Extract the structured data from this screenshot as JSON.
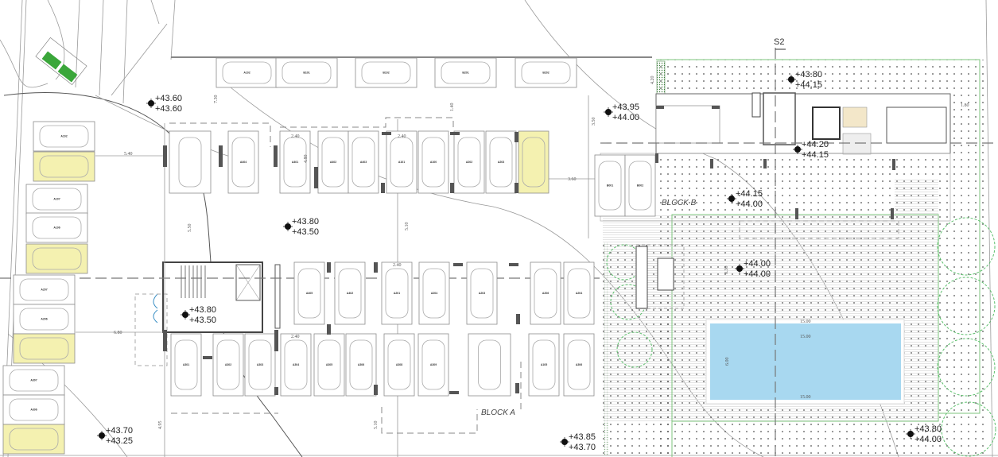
{
  "colors": {
    "highlight_slot": "#f4f1b0",
    "pool": "#a8d8f0",
    "landscape_line": "#7cc47c",
    "tree": "#5cbf6c",
    "planter": "#3aa63a"
  },
  "section_marker": "S2",
  "blocks": {
    "a": "BLOCK A",
    "b": "BLOCK B"
  },
  "levels": [
    {
      "top": "+43.60",
      "bottom": "+43.60"
    },
    {
      "top": "+43.80",
      "bottom": "+43.50"
    },
    {
      "top": "+43.80",
      "bottom": "+43.50"
    },
    {
      "top": "+43.70",
      "bottom": "+43.25"
    },
    {
      "top": "+43.95",
      "bottom": "+44.00"
    },
    {
      "top": "+43.80",
      "bottom": "+44.15"
    },
    {
      "top": "+44.20",
      "bottom": "+44.15"
    },
    {
      "top": "+44.15",
      "bottom": "+44.00"
    },
    {
      "top": "+44.00",
      "bottom": "+44.00"
    },
    {
      "top": "+43.85",
      "bottom": "+43.70"
    },
    {
      "top": "+43.80",
      "bottom": "+44.00"
    }
  ],
  "dimensions": [
    "5.40",
    "3.60",
    "6.80",
    "2.40",
    "2.40",
    "2.40",
    "2.40",
    "4.80",
    "5.50",
    "7.30",
    "3.50",
    "4.20",
    "1.40",
    "8.30",
    "6.00",
    "15.00",
    "15.00",
    "15.00",
    "4.95",
    "5.10",
    "1.80",
    "5.10"
  ],
  "parking": {
    "top_row": [
      "A102",
      "B101",
      "B102",
      "B201",
      "B202"
    ],
    "left_column": [
      "A102",
      "",
      "A107",
      "A106",
      "",
      "A207",
      "A206",
      "",
      "A307",
      "A306",
      ""
    ],
    "upper_row": [
      "",
      "A404",
      "A401",
      "A402",
      "A403",
      "A101",
      "A100",
      "A202",
      "A203",
      ""
    ],
    "block_b": [
      "B001",
      "B002"
    ],
    "middle_row": [
      "A405",
      "A402",
      "A201",
      "A204",
      "A203",
      "A206",
      "A204"
    ],
    "bottom_row": [
      "A301",
      "A302",
      "A303",
      "A304",
      "A305",
      "A306",
      "A308",
      "A309",
      "",
      "A105",
      "A306"
    ]
  }
}
